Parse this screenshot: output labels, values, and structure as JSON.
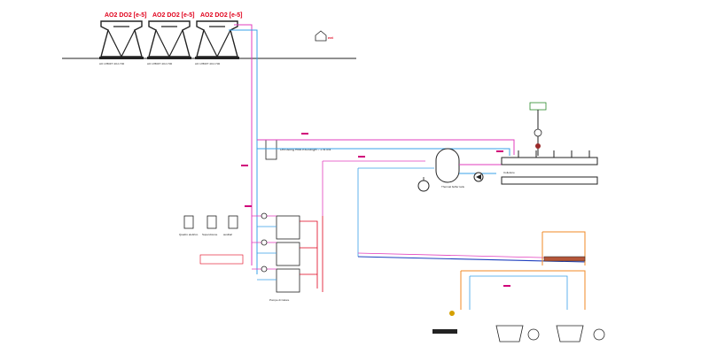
{
  "units": [
    {
      "label": "AO2  DO2 [e-5]",
      "model": "AO 1780FT 4OJ-Y00"
    },
    {
      "label": "AO2  DO2 [e-5]",
      "model": "AO 1780FT 4OJ-Y00"
    },
    {
      "label": "AO2  DO2 [e-5]",
      "model": "AO 1780FT 4OJ-Y00"
    }
  ],
  "outdoor_label": "ext",
  "hx_label": "Defrosting Heat Exchanger - 1 W kW",
  "buffer_tank_label": "Thermal buffer tank",
  "pump_group_label": "Pompe di Calore",
  "header_label": "Collettore",
  "panels": [
    "Quadro elettrico",
    "Supervisione",
    "ausiliari"
  ],
  "colors": {
    "pink": "#e23dbd",
    "blue": "#3aa0e8",
    "dark_blue": "#1f3fbf",
    "red": "#e0001b",
    "orange": "#f08a24",
    "dark": "#222222"
  }
}
